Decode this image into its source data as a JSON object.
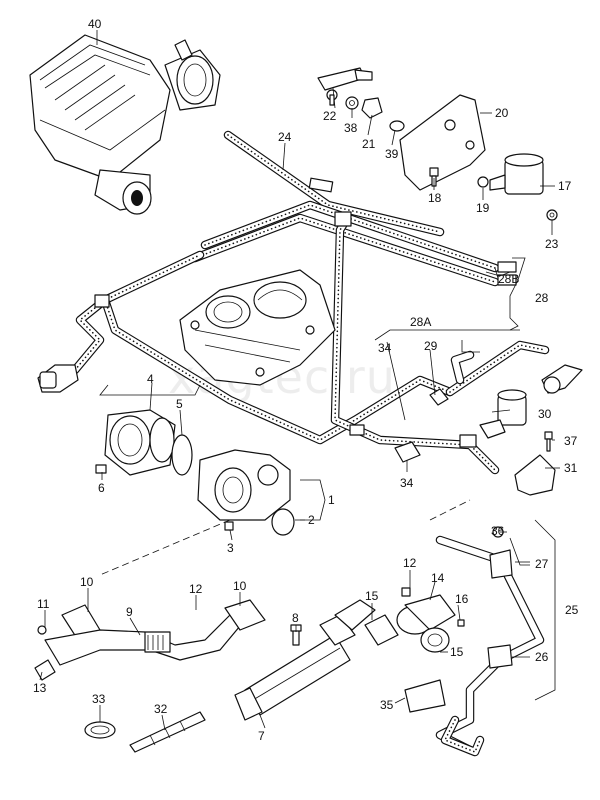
{
  "watermark": "xagtec.ru",
  "callouts": {
    "c40": "40",
    "c24": "24",
    "c22": "22",
    "c38": "38",
    "c21": "21",
    "c39": "39",
    "c20": "20",
    "c17": "17",
    "c18": "18",
    "c19": "19",
    "c23": "23",
    "c28B": "28B",
    "c28": "28",
    "c28A": "28A",
    "c34a": "34",
    "c29": "29",
    "c4": "4",
    "c5": "5",
    "c30": "30",
    "c37": "37",
    "c31": "31",
    "c6": "6",
    "c34b": "34",
    "c1": "1",
    "c2": "2",
    "c3": "3",
    "c36": "36",
    "c27": "27",
    "c25": "25",
    "c10a": "10",
    "c12a": "12",
    "c10b": "10",
    "c11": "11",
    "c9": "9",
    "c12b": "12",
    "c14": "14",
    "c16": "16",
    "c15a": "15",
    "c8": "8",
    "c15b": "15",
    "c13": "13",
    "c33": "33",
    "c32": "32",
    "c35": "35",
    "c7": "7",
    "c26": "26"
  }
}
